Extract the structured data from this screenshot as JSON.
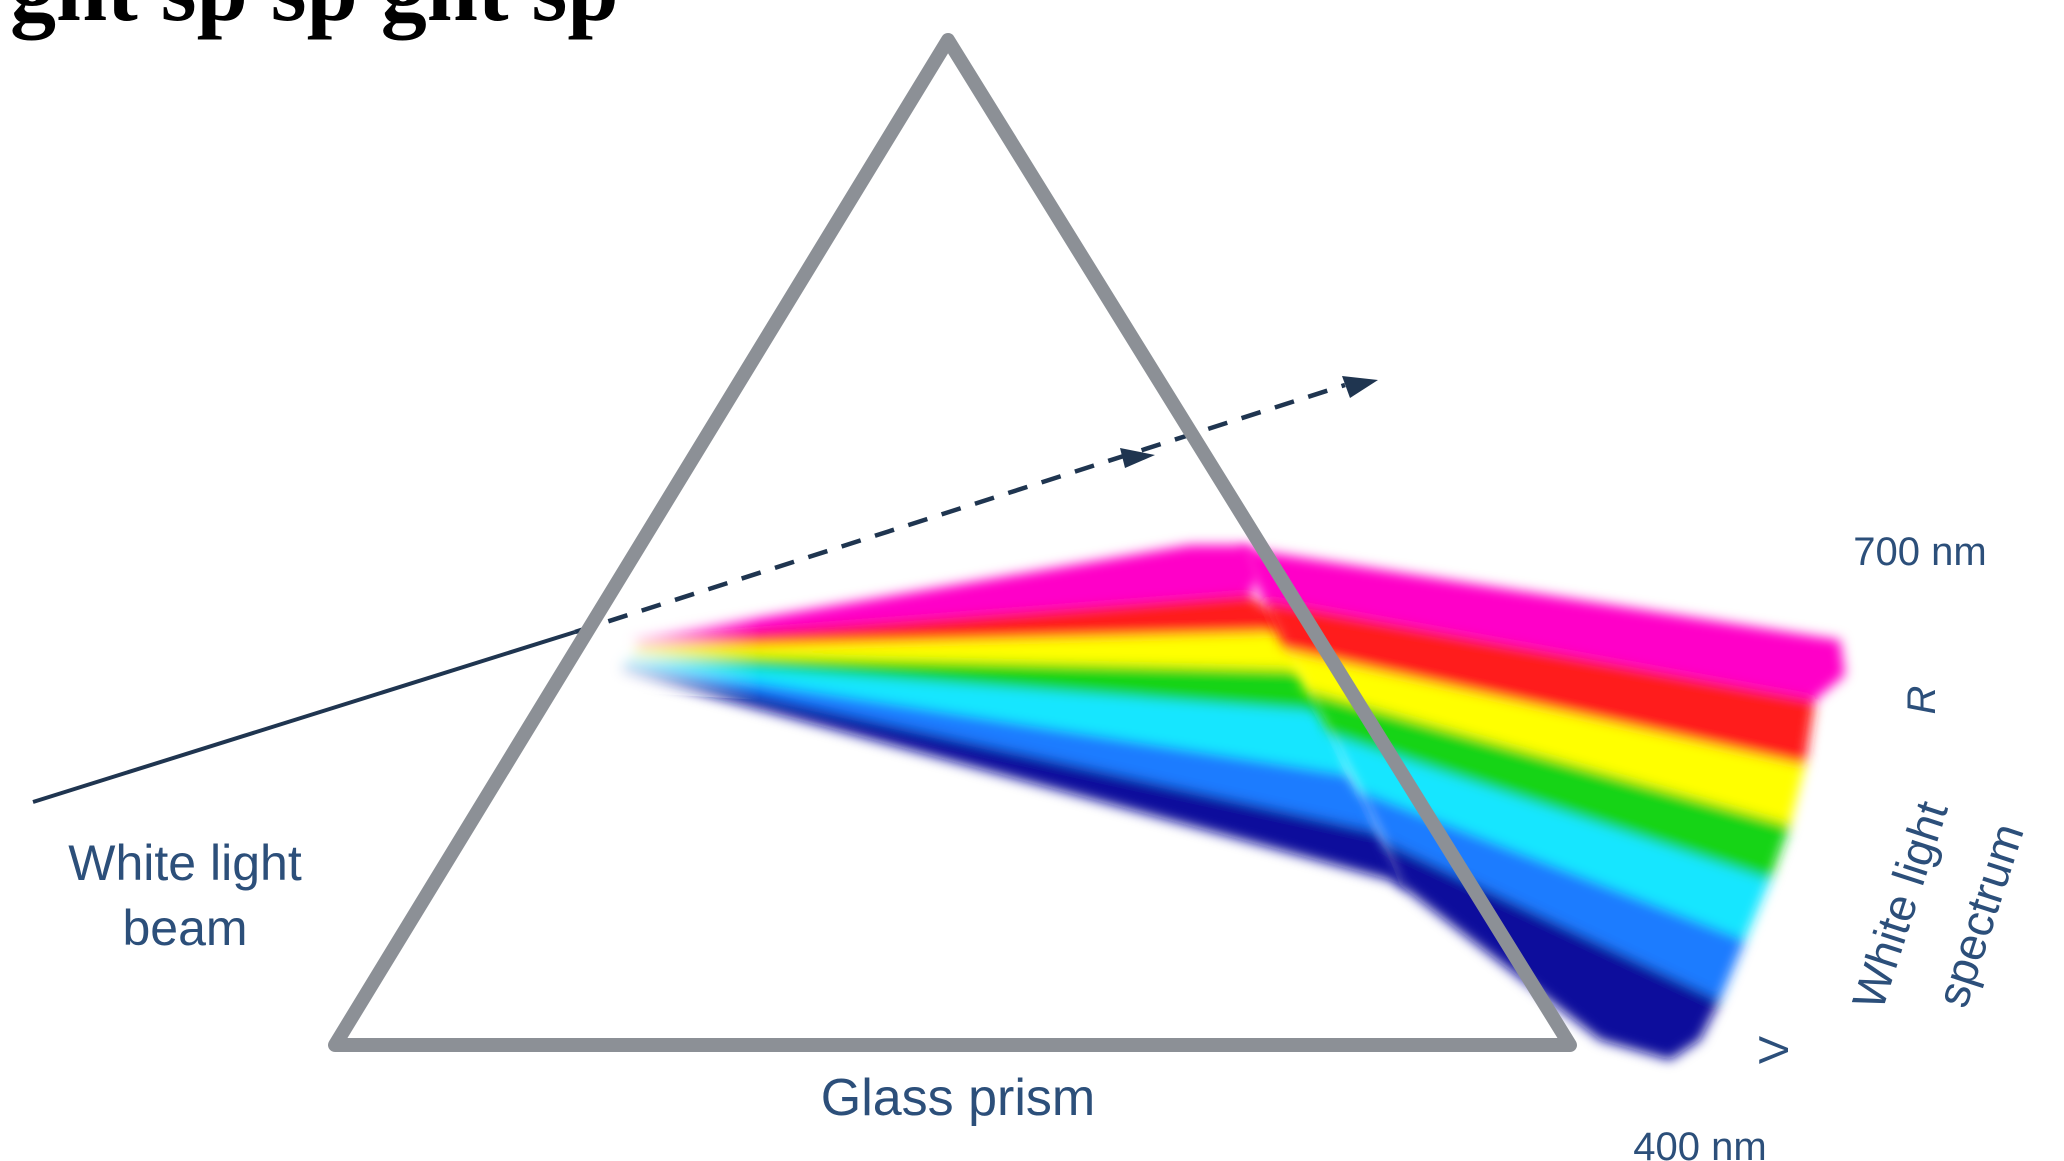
{
  "header": {
    "text": "ght   sp                              sp                  ght   sp"
  },
  "labels": {
    "incident_line1": "White light",
    "incident_line2": "beam",
    "prism": "Glass prism",
    "wavelength_top": "700 nm",
    "wavelength_bottom": "400 nm",
    "band_red": "R",
    "band_violet": "V",
    "spectrum_line1": "White light",
    "spectrum_line2": "spectrum"
  },
  "colors": {
    "text": "#2c4f7a",
    "prism_edge": "#8c9096",
    "beam": "#1f3550",
    "spectrum": [
      "#ff00c8",
      "#ff1a1a",
      "#ffff00",
      "#19d419",
      "#17e6ff",
      "#1b7cff",
      "#10109c"
    ]
  }
}
